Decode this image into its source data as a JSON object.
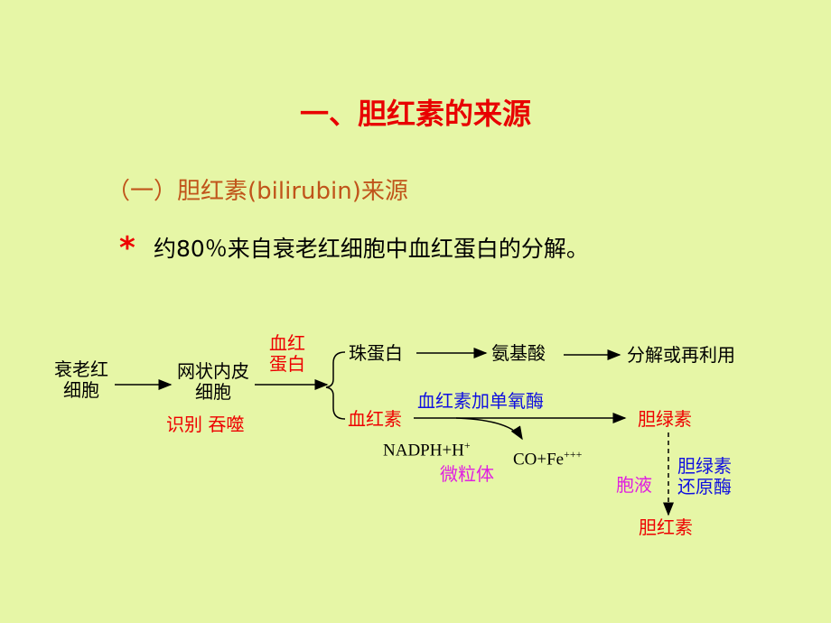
{
  "colors": {
    "background": "#e6f6a6",
    "red": "#ee0000",
    "title_red": "#e80000",
    "brown": "#c0541a",
    "blue": "#1010e0",
    "magenta": "#e020e0",
    "black": "#000000"
  },
  "slide": {
    "title": "一、胆红素的来源",
    "subtitle": "（一）胆红素(bilirubin)来源",
    "bullet_symbol": "*",
    "bullet_text": "约80％来自衰老红细胞中血红蛋白的分解。"
  },
  "diagram": {
    "senescent_rbc": [
      "衰老红",
      "细胞"
    ],
    "reticuloendothelial": [
      "网状内皮",
      "细胞"
    ],
    "recognition": "识别  吞噬",
    "hemoglobin": [
      "血红",
      "蛋白"
    ],
    "globin": "珠蛋白",
    "amino_acid": "氨基酸",
    "degrade_reuse": "分解或再利用",
    "heme": "血红素",
    "heme_oxygenase": "血红素加单氧酶",
    "nadph": "NADPH+H",
    "nadph_sup": "+",
    "microsome": "微粒体",
    "co_fe": "CO+Fe",
    "co_fe_sup": "+++",
    "biliverdin": "胆绿素",
    "cytosol": "胞液",
    "biliverdin_reductase": [
      "胆绿素",
      "还原酶"
    ],
    "bilirubin": "胆红素"
  }
}
